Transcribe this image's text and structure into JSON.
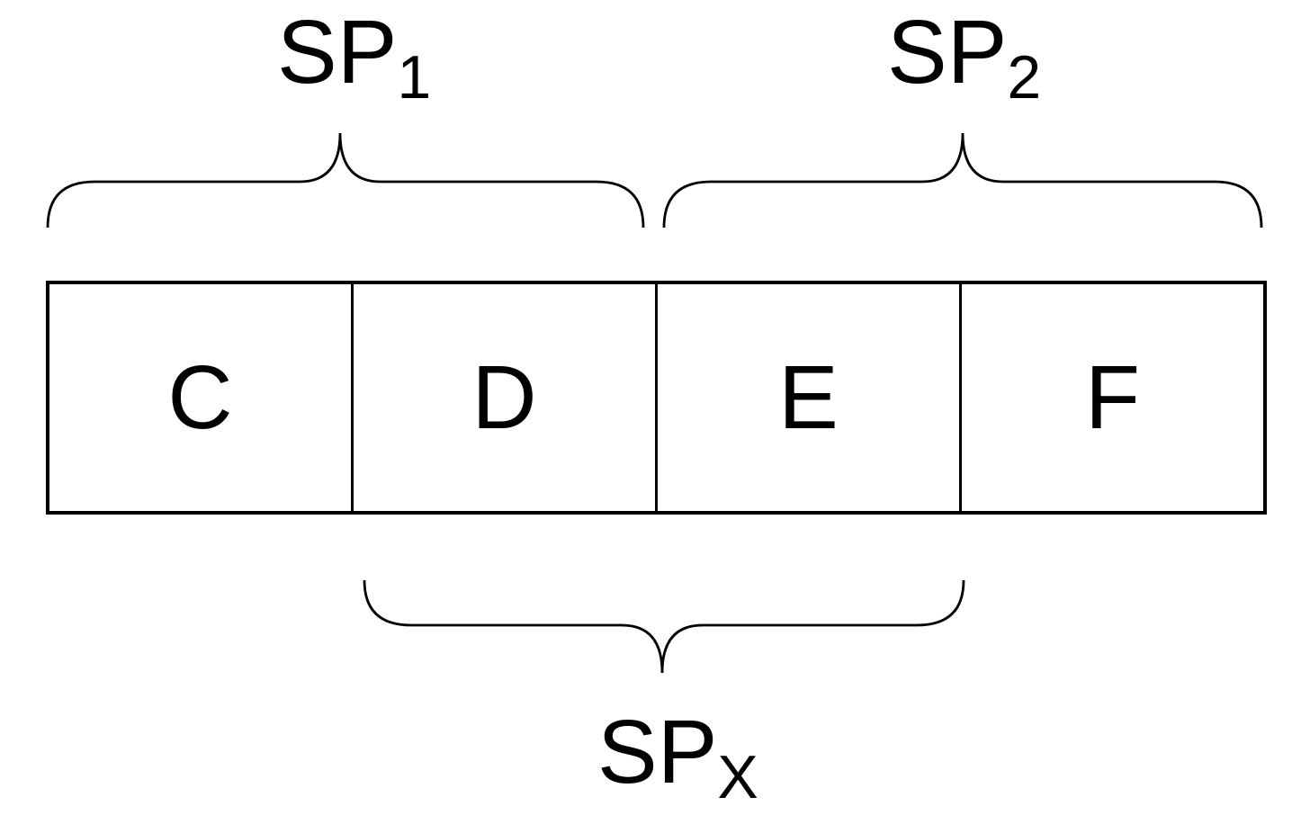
{
  "diagram": {
    "background_color": "#ffffff",
    "line_color": "#000000",
    "description": "Four sequential cells C, D, E, F with braces marking spans"
  },
  "labels": {
    "sp1": {
      "main": "SP",
      "sub": "1"
    },
    "sp2": {
      "main": "SP",
      "sub": "2"
    },
    "spx": {
      "main": "SP",
      "sub": "X"
    }
  },
  "cells": [
    "C",
    "D",
    "E",
    "F"
  ],
  "spans": [
    {
      "label": "SP1",
      "covers": [
        "C",
        "D"
      ],
      "position": "above"
    },
    {
      "label": "SP2",
      "covers": [
        "E",
        "F"
      ],
      "position": "above"
    },
    {
      "label": "SPX",
      "covers": [
        "D",
        "E"
      ],
      "position": "below"
    }
  ]
}
